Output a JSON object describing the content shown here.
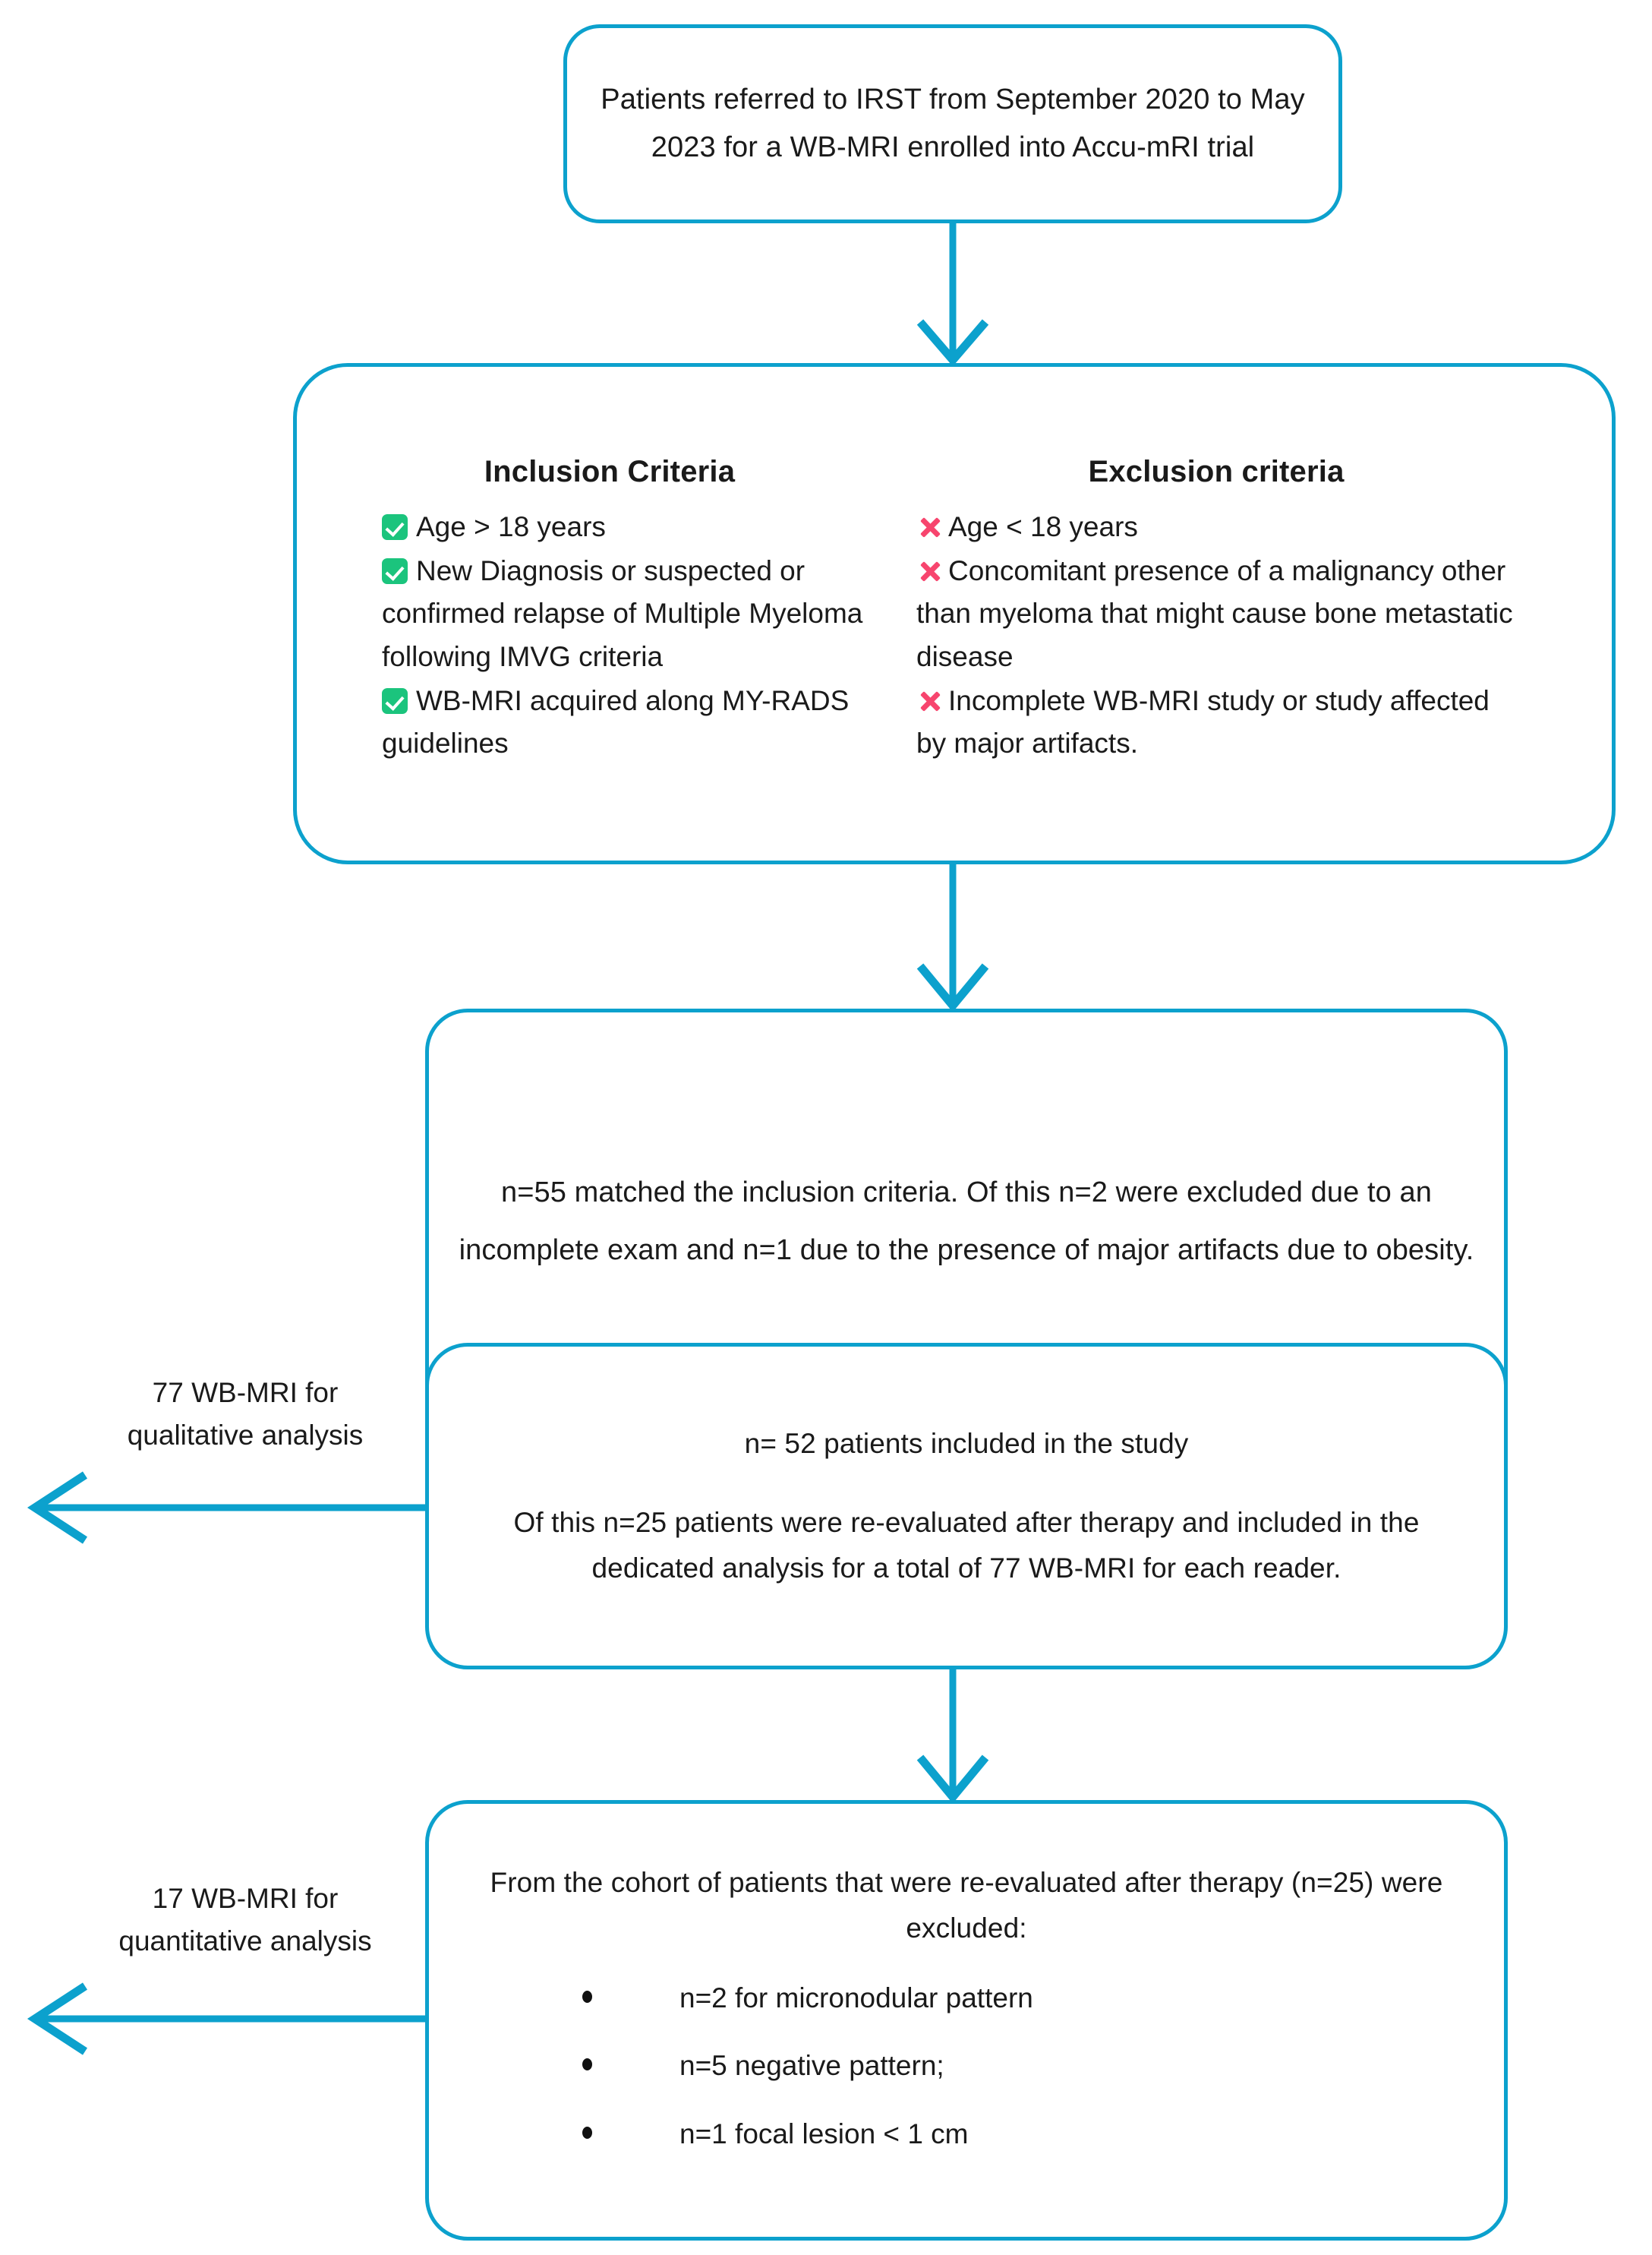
{
  "colors": {
    "flow_blue": "#0CA1CD",
    "check_green": "#1BC47D",
    "cross_pink": "#F7456E",
    "text": "#1a1a1a",
    "background": "#ffffff"
  },
  "diagram": {
    "type": "flowchart",
    "title": "Patient enrolment flowchart"
  },
  "box1": {
    "text": "Patients referred to IRST from September 2020 to May 2023 for a WB-MRI enrolled into Accu-mRI trial"
  },
  "box2": {
    "inclusion": {
      "title": "Inclusion Criteria",
      "items": [
        "Age > 18 years",
        "New Diagnosis or suspected or confirmed relapse of Multiple Myeloma following IMVG criteria",
        "WB-MRI acquired along MY-RADS guidelines"
      ]
    },
    "exclusion": {
      "title": "Exclusion criteria",
      "items": [
        "Age < 18 years",
        "Concomitant presence of a malignancy other than myeloma that might cause bone metastatic disease",
        "Incomplete WB-MRI study or study affected by major artifacts."
      ]
    }
  },
  "box3": {
    "text": "n=55 matched the inclusion criteria.  Of this n=2 were excluded due to an incomplete exam and n=1 due to the presence of major artifacts due to obesity."
  },
  "box4": {
    "line1": "n= 52 patients included in the study",
    "line2": "Of this n=25 patients were re-evaluated after therapy and included in the dedicated analysis for a total of 77 WB-MRI for each reader."
  },
  "box5": {
    "intro": "From the cohort of patients that were re-evaluated after therapy (n=25) were excluded:",
    "bullets": [
      "n=2 for micronodular pattern",
      " n=5 negative pattern;",
      "n=1 focal lesion < 1 cm"
    ]
  },
  "side_labels": {
    "qualitative": "77 WB-MRI for\nqualitative analysis",
    "quantitative": "17 WB-MRI for\nquantitative analysis"
  }
}
